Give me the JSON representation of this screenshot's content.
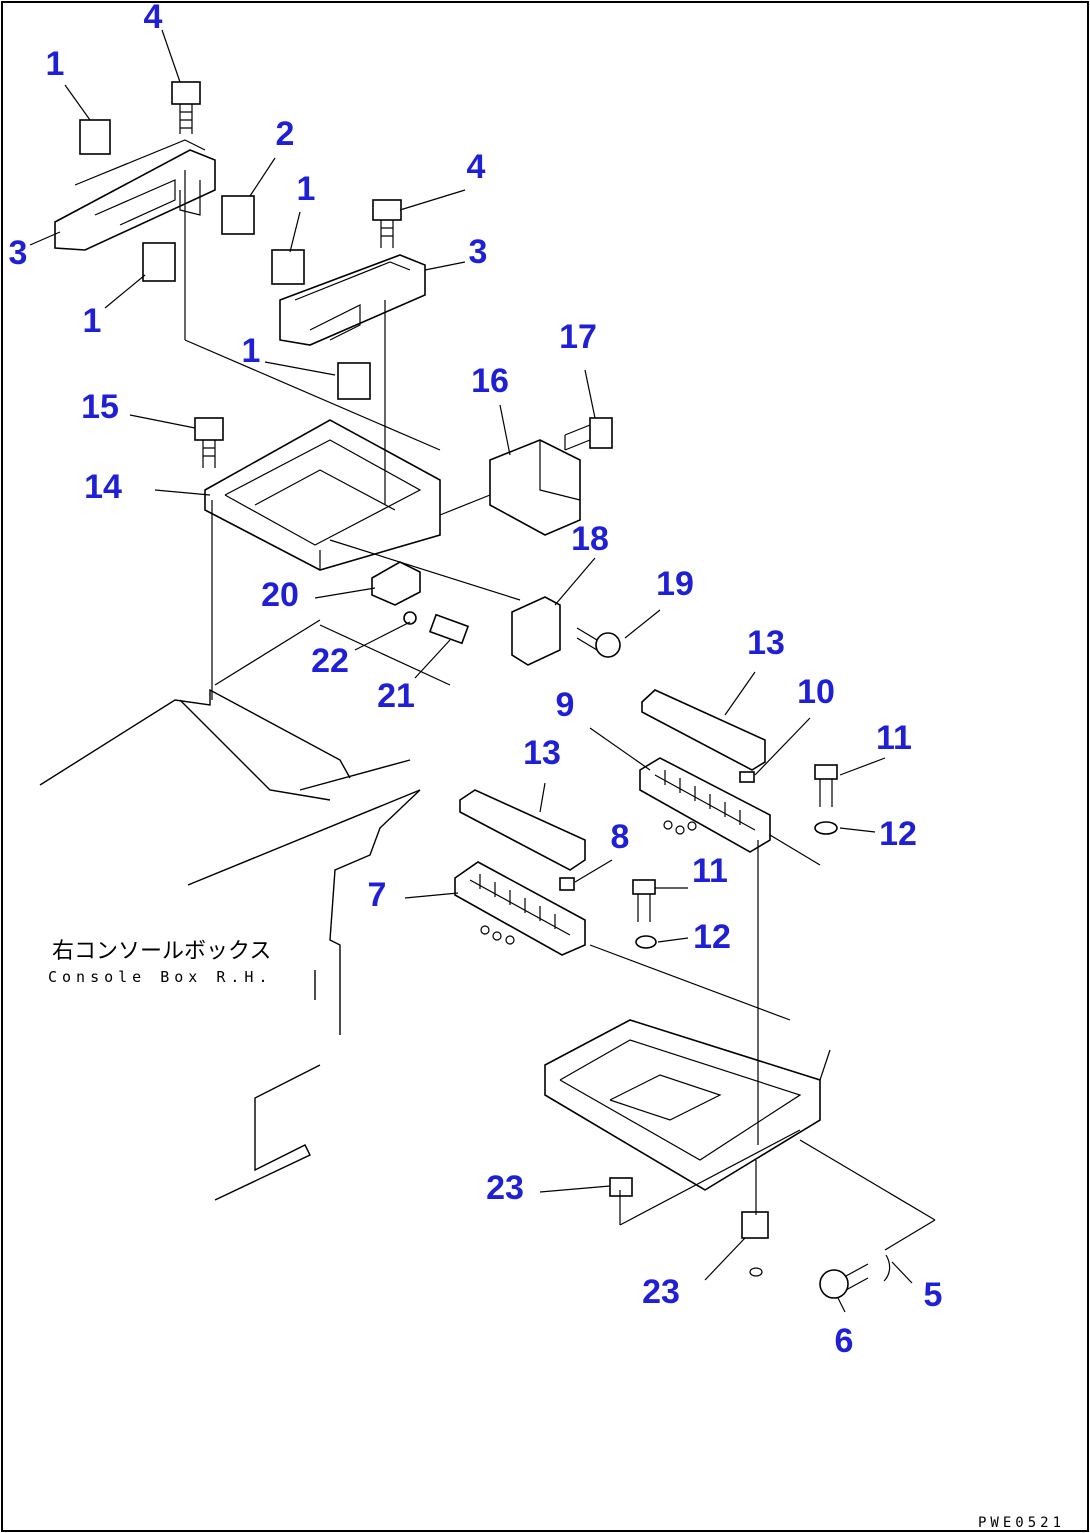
{
  "labels": {
    "c1a": "1",
    "c1b": "1",
    "c1c": "1",
    "c1d": "1",
    "c2": "2",
    "c3a": "3",
    "c3b": "3",
    "c4a": "4",
    "c4b": "4",
    "c5": "5",
    "c6": "6",
    "c7": "7",
    "c8": "8",
    "c9": "9",
    "c10": "10",
    "c11a": "11",
    "c11b": "11",
    "c12a": "12",
    "c12b": "12",
    "c13a": "13",
    "c13b": "13",
    "c14": "14",
    "c15": "15",
    "c16": "16",
    "c17": "17",
    "c18": "18",
    "c19": "19",
    "c20": "20",
    "c21": "21",
    "c22": "22",
    "c23a": "23",
    "c23b": "23"
  },
  "note": {
    "jp": "右コンソールボックス",
    "en": "Console Box R.H."
  },
  "drawing_code": "PWE0521",
  "colors": {
    "callout": "#1f1fd6",
    "line": "#000000",
    "background": "#ffffff"
  }
}
